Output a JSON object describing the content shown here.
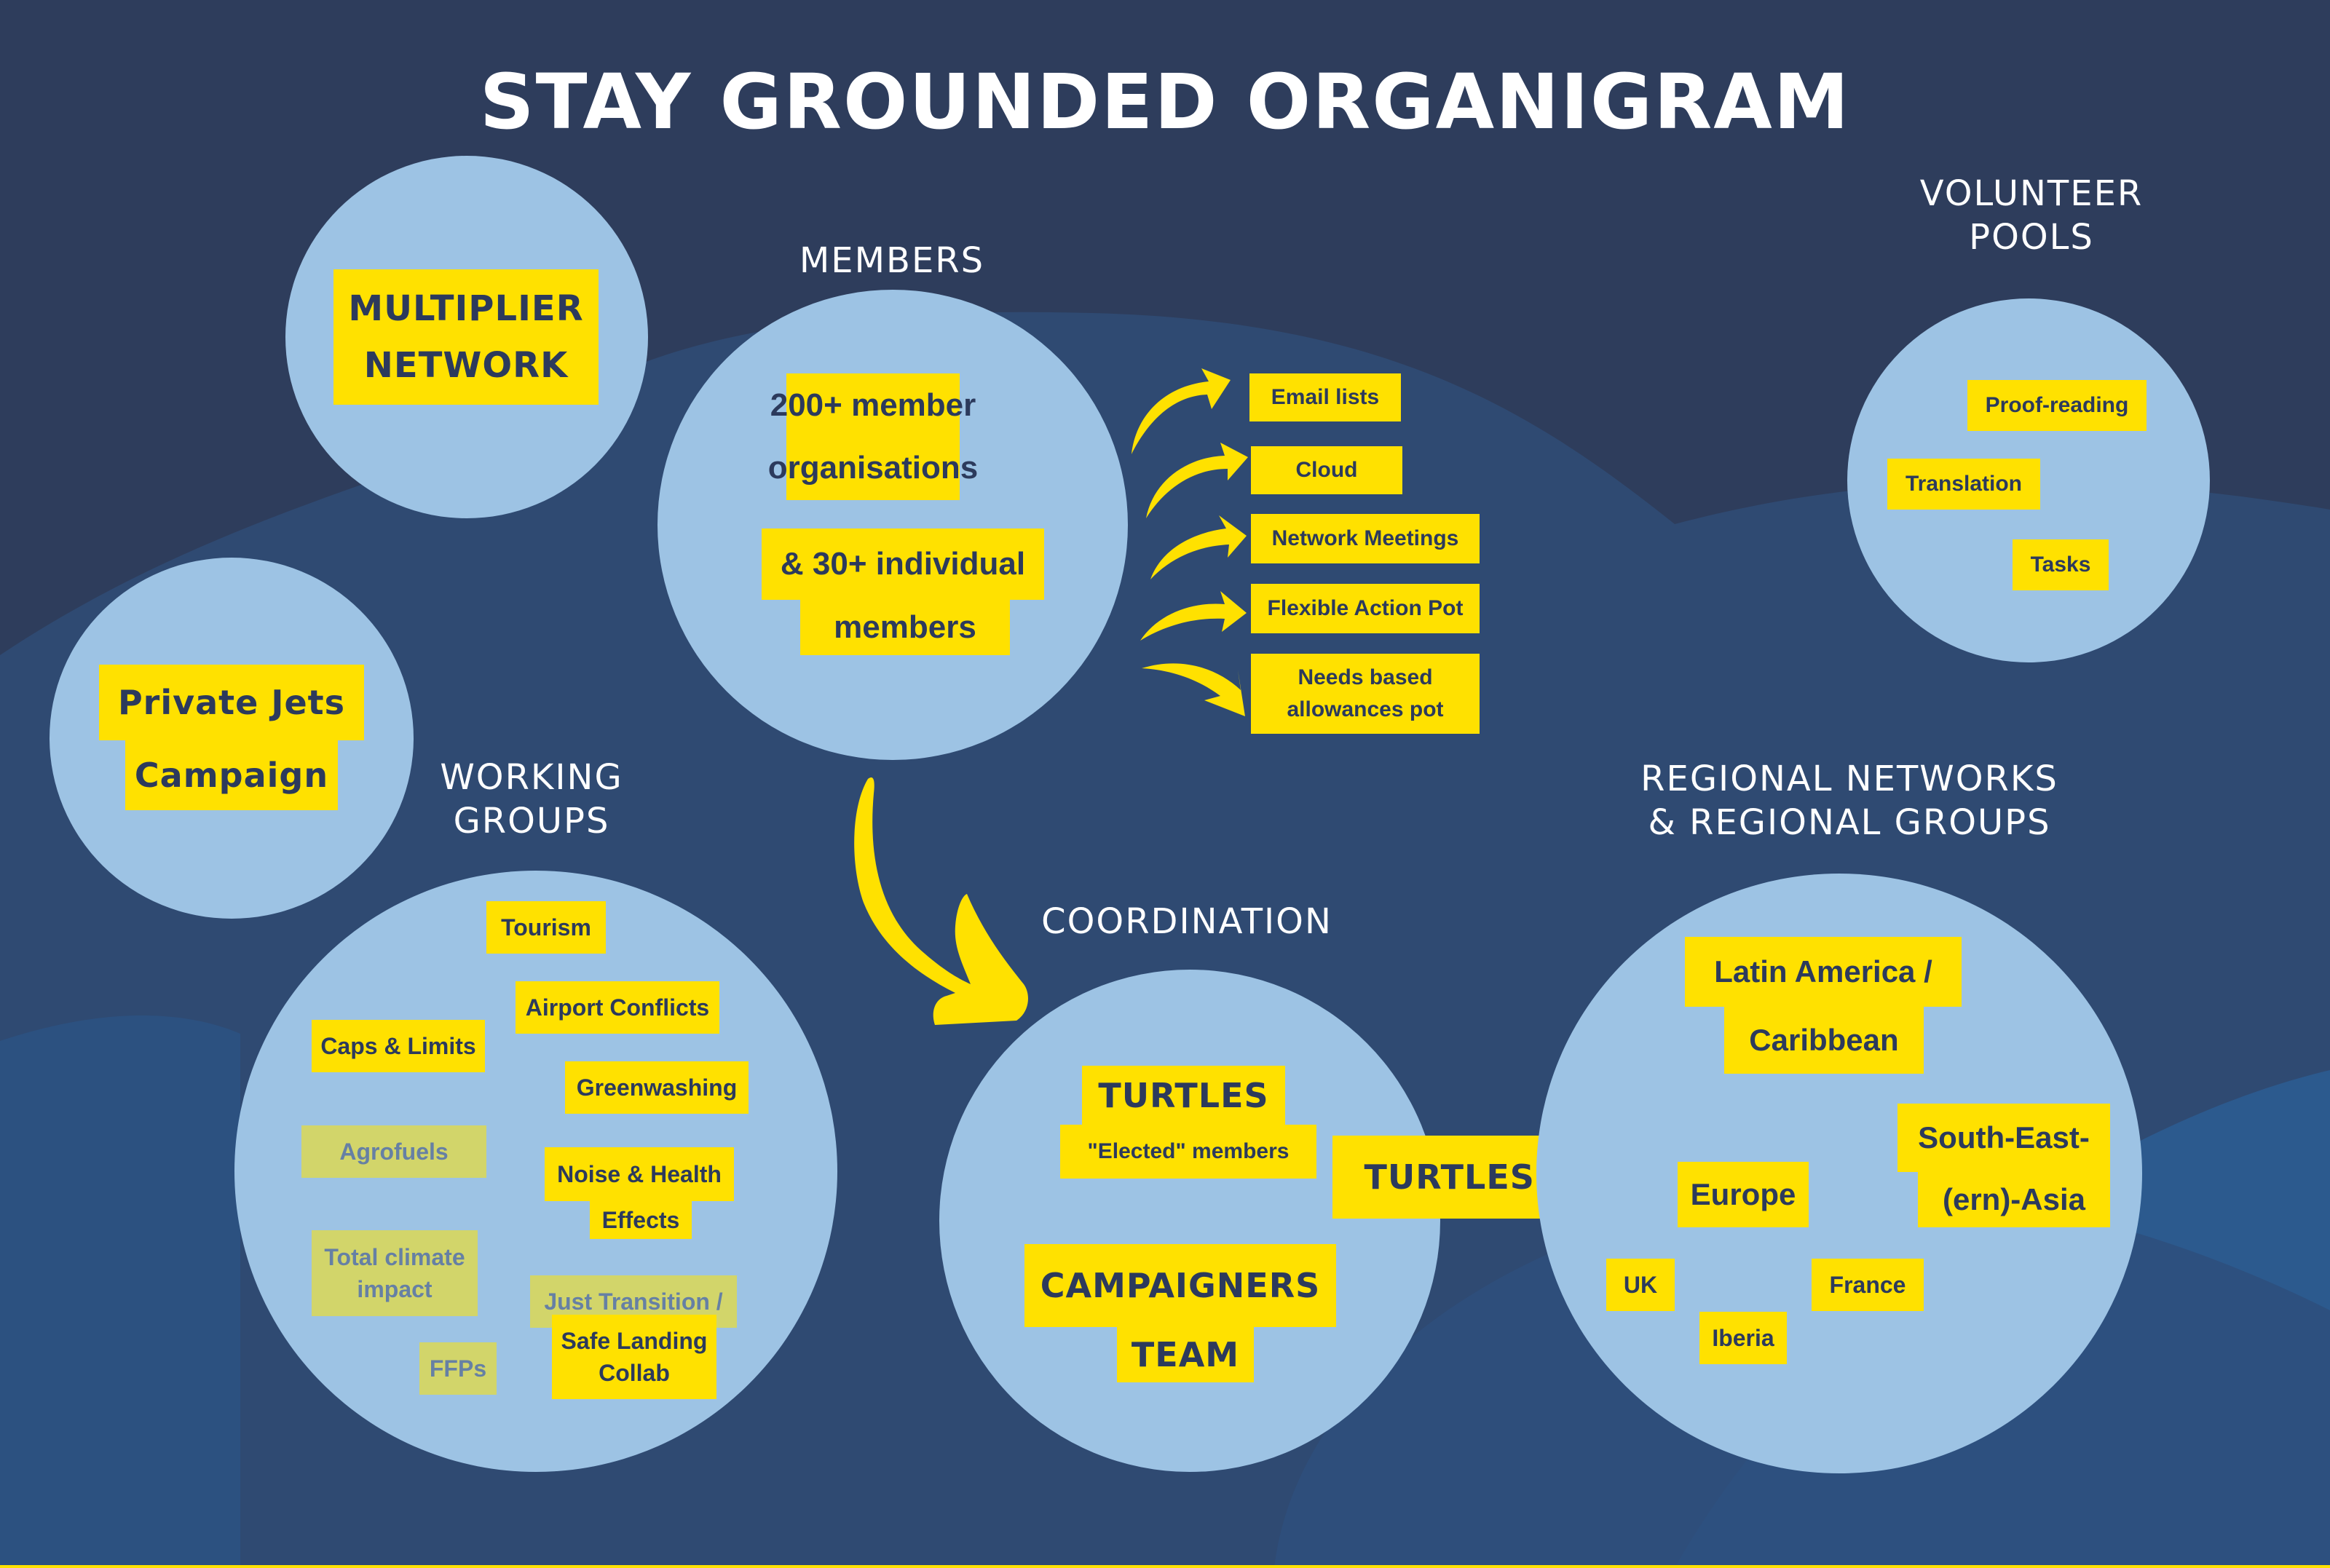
{
  "title": "STAY GROUNDED ORGANIGRAM",
  "colors": {
    "background_dark": "#2e3d5c",
    "background_mid": "#2f4a72",
    "background_light": "#2c5a8e",
    "circle": "#9dc3e4",
    "tag_yellow": "#ffe100",
    "tag_muted": "#d2d56a",
    "text_dark": "#2c3a5c",
    "text_muted": "#6680a4",
    "label_white": "#ffffff"
  },
  "multiplier_network": {
    "lines": [
      "MULTIPLIER",
      "NETWORK"
    ]
  },
  "private_jets": {
    "lines": [
      "Private Jets",
      "Campaign"
    ]
  },
  "members": {
    "label": "MEMBERS",
    "organisations": [
      "200+ member",
      "organisations"
    ],
    "individuals": [
      "& 30+ individual",
      "members"
    ]
  },
  "resources": [
    {
      "label": "Email lists"
    },
    {
      "label": "Cloud"
    },
    {
      "label": "Network Meetings"
    },
    {
      "label": "Flexible Action Pot"
    },
    {
      "label": "Needs based",
      "label2": "allowances pot"
    }
  ],
  "volunteer_pools": {
    "label": [
      "VOLUNTEER",
      "POOLS"
    ],
    "items": [
      "Proof-reading",
      "Translation",
      "Tasks"
    ]
  },
  "working_groups": {
    "label": [
      "WORKING",
      "GROUPS"
    ],
    "active": [
      "Tourism",
      "Airport Conflicts",
      "Caps & Limits",
      "Greenwashing",
      "Noise & Health",
      "Effects",
      "Safe Landing",
      "Collab"
    ],
    "inactive": [
      "Agrofuels",
      "Total climate",
      "impact",
      "Just Transition /",
      "FFPs"
    ]
  },
  "coordination": {
    "label": "COORDINATION",
    "turtles": "TURTLES",
    "turtles_sub": "\"Elected\" members",
    "campaigners": [
      "CAMPAIGNERS",
      "TEAM"
    ],
    "turtles_plus": "TURTLES +"
  },
  "regional": {
    "label": [
      "REGIONAL NETWORKS",
      "& REGIONAL GROUPS"
    ],
    "latin_america": [
      "Latin America /",
      "Caribbean"
    ],
    "asia": [
      "South-East-",
      "(ern)-Asia"
    ],
    "europe": "Europe",
    "uk": "UK",
    "france": "France",
    "iberia": "Iberia"
  }
}
